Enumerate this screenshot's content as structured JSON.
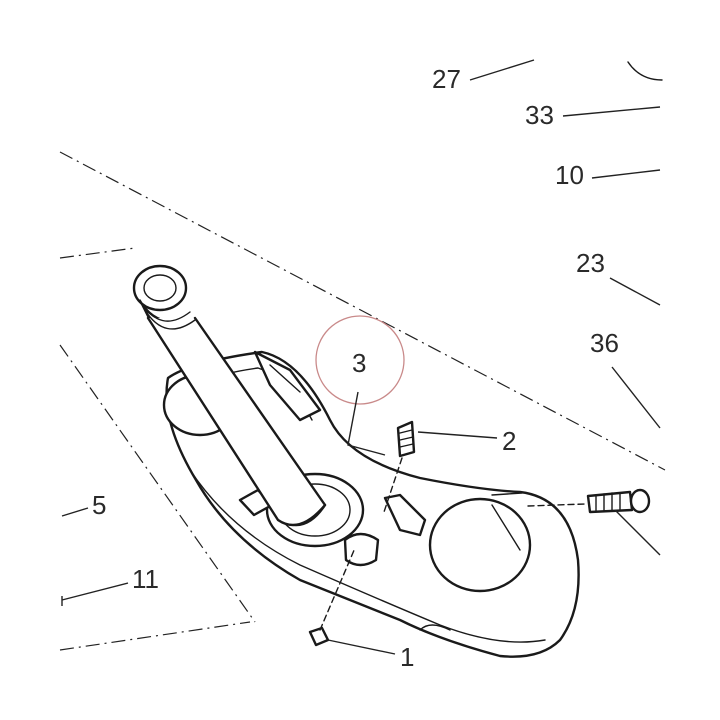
{
  "callouts": {
    "c27": "27",
    "c33": "33",
    "c10": "10",
    "c23": "23",
    "c36": "36",
    "c3": "3",
    "c2": "2",
    "c5": "5",
    "c11": "11",
    "c1": "1"
  },
  "colors": {
    "line": "#1a1a1a",
    "highlight_circle": "#c98a8a",
    "background": "#ffffff"
  }
}
